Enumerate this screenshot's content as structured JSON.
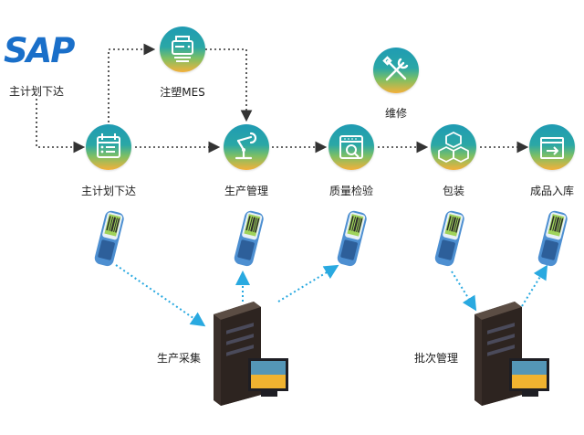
{
  "brand": {
    "logo_text": "SAP",
    "caption": "主计划下达"
  },
  "nodes": {
    "plan": {
      "label": "主计划下达",
      "icon": "calendar-list-icon"
    },
    "molding": {
      "label": "注塑MES",
      "icon": "printer-icon"
    },
    "produce": {
      "label": "生产管理",
      "icon": "robot-arm-icon"
    },
    "quality": {
      "label": "质量检验",
      "icon": "inspection-icon"
    },
    "pack": {
      "label": "包装",
      "icon": "boxes-icon"
    },
    "warehouse": {
      "label": "成品入库",
      "icon": "box-in-icon"
    },
    "maintain": {
      "label": "维修",
      "icon": "tools-icon"
    }
  },
  "servers": {
    "collect": {
      "label": "生产采集",
      "icon": "server-with-monitor-icon"
    },
    "batch": {
      "label": "批次管理",
      "icon": "server-with-monitor-icon"
    }
  },
  "colors": {
    "flow_line": "#333333",
    "data_line": "#29a9e0",
    "sap_blue": "#1a6fc9",
    "node_gradient": [
      "#1f9bb3",
      "#7fc063",
      "#f4b03a"
    ]
  },
  "devices": {
    "icon": "barcode-scanner-icon",
    "count": 5
  }
}
